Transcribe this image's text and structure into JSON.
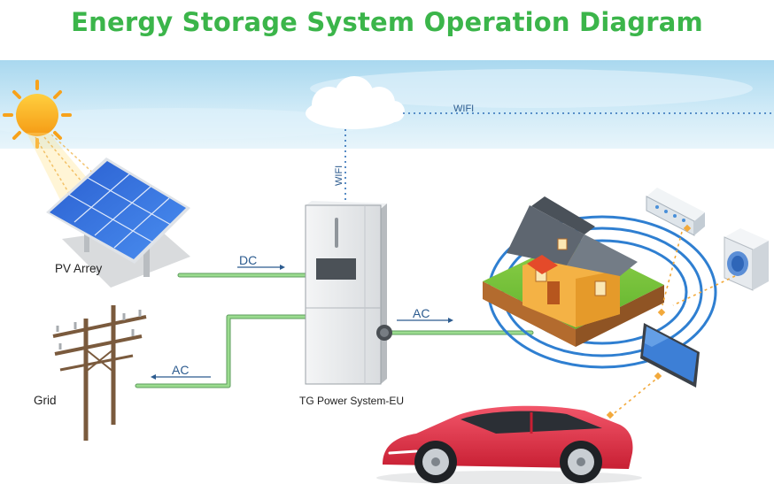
{
  "title": "Energy Storage System Operation Diagram",
  "labels": {
    "wifi_horizontal": "WIFI",
    "wifi_vertical": "WIFI",
    "pv": "PV Arrey",
    "grid": "Grid",
    "dc": "DC",
    "ac_grid": "AC",
    "ac_house": "AC",
    "inverter": "TG Power System-EU"
  },
  "colors": {
    "title": "#3bb54a",
    "sky": "#bfe3f4",
    "sun": "#f7a21b",
    "cable": "#7fc97f",
    "label_blue": "#2c5b8f",
    "signal": "#2f7fd1",
    "car": "#e3374a",
    "wifi_dots": "#f2a93b"
  },
  "icons": [
    "sun-icon",
    "cloud-icon",
    "solar-panel-icon",
    "power-pole-icon",
    "inverter-icon",
    "house-icon",
    "air-conditioner-icon",
    "washing-machine-icon",
    "tv-icon",
    "car-icon"
  ]
}
